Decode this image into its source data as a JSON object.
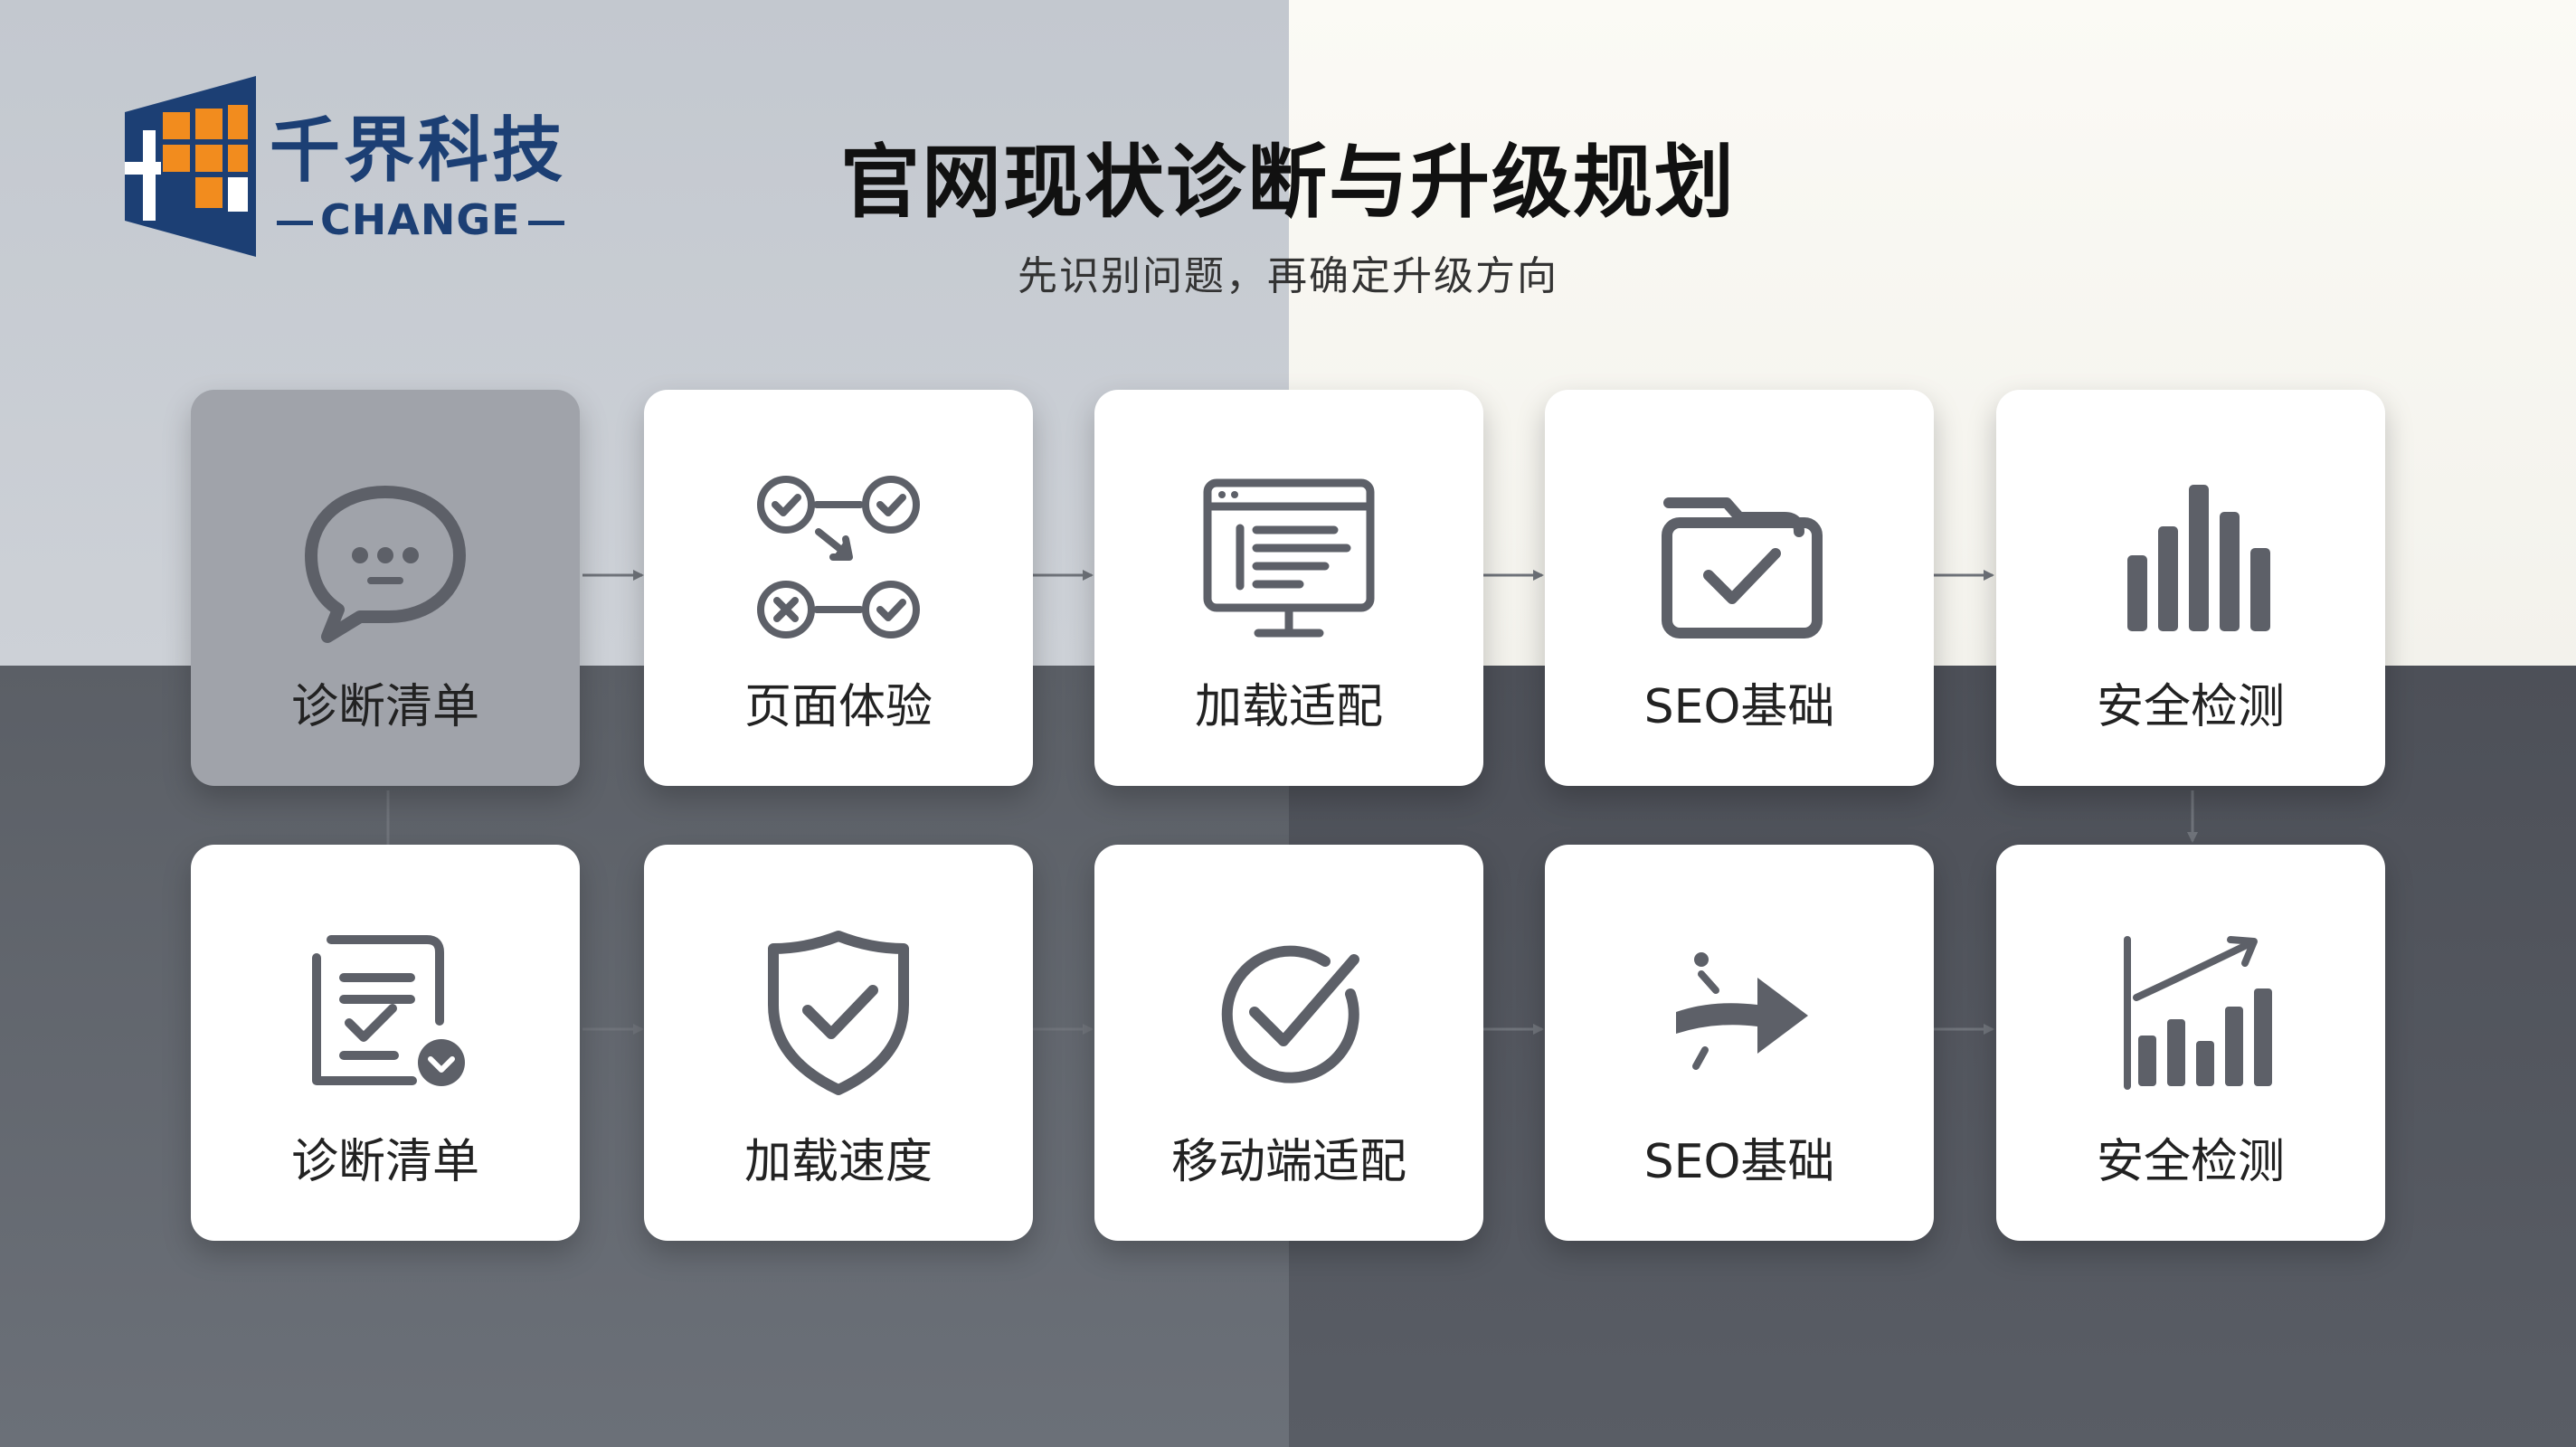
{
  "brand": {
    "name_cn": "千界科技",
    "name_en": "CHANGE",
    "colors": {
      "navy": "#1c3f74",
      "orange": "#f28c1e"
    }
  },
  "header": {
    "title": "官网现状诊断与升级规划",
    "subtitle": "先识别问题，再确定升级方向"
  },
  "row1": [
    {
      "label": "诊断清单",
      "icon": "chat-bubble-icon",
      "active": true
    },
    {
      "label": "页面体验",
      "icon": "checklist-flow-icon"
    },
    {
      "label": "加载适配",
      "icon": "monitor-icon"
    },
    {
      "label": "SEO基础",
      "icon": "folder-check-icon"
    },
    {
      "label": "安全检测",
      "icon": "bar-chart-icon"
    }
  ],
  "row2": [
    {
      "label": "诊断清单",
      "icon": "document-check-icon"
    },
    {
      "label": "加载速度",
      "icon": "shield-check-icon"
    },
    {
      "label": "移动端适配",
      "icon": "circle-check-icon"
    },
    {
      "label": "SEO基础",
      "icon": "arrow-right-icon"
    },
    {
      "label": "安全检测",
      "icon": "growth-chart-icon"
    }
  ],
  "colors": {
    "icon": "#5d6068",
    "card": "#ffffff",
    "active_card": "#a0a3aa",
    "connector": "#6f737a"
  }
}
